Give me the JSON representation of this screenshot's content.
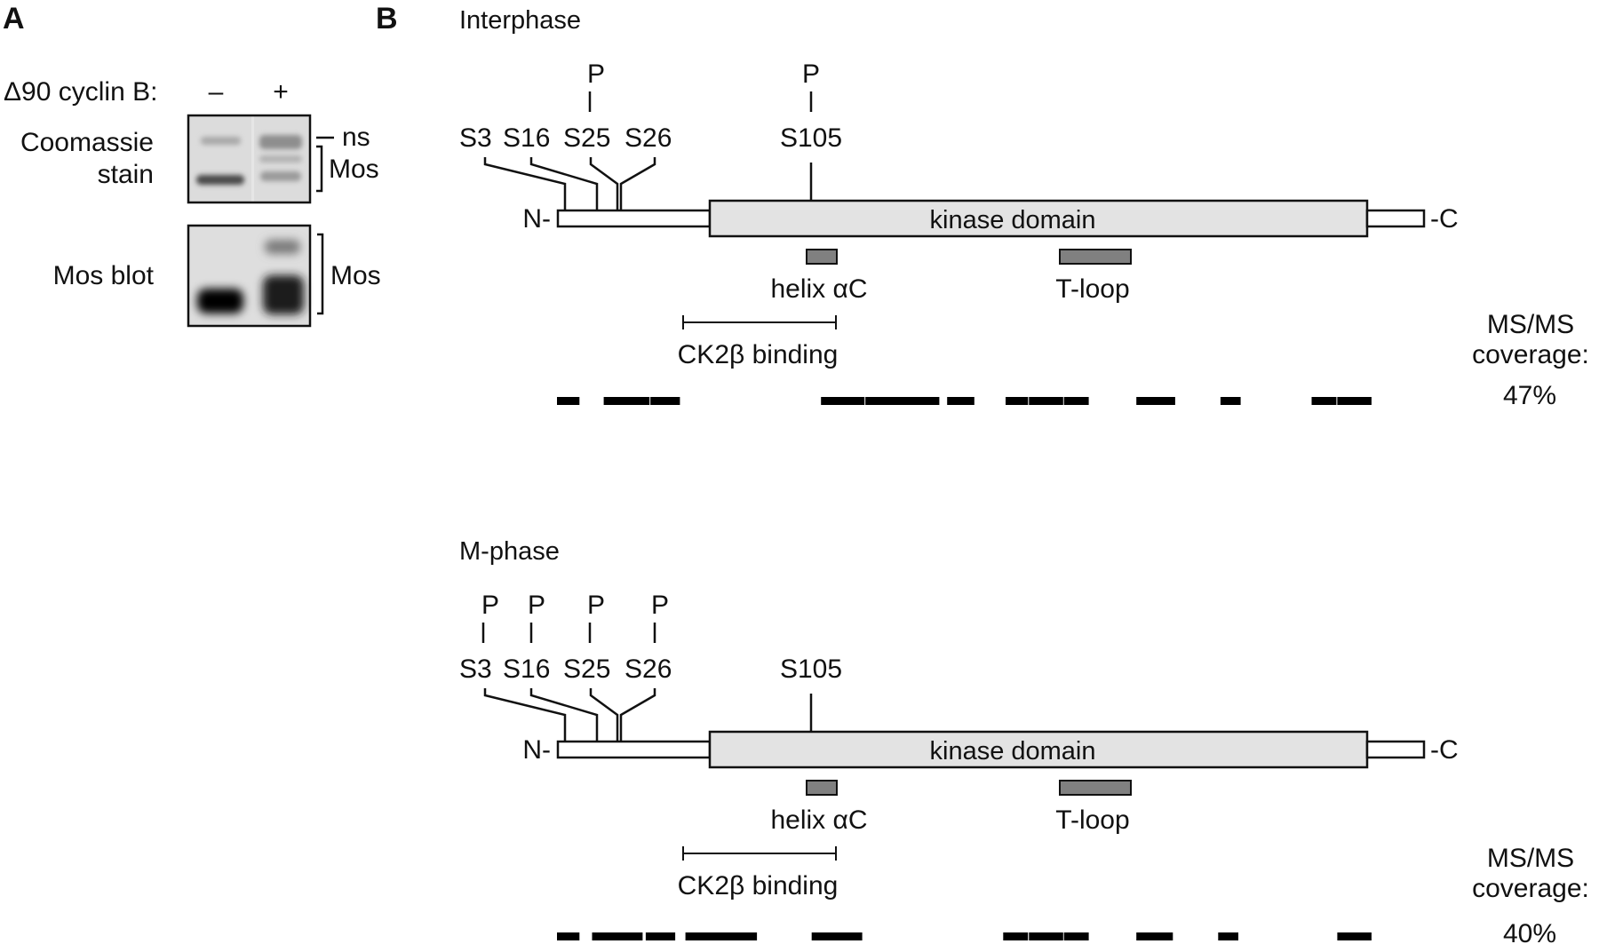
{
  "panel_a": {
    "letter": "A",
    "condition_label": "Δ90 cyclin B:",
    "lanes": [
      "–",
      "+"
    ],
    "gels": [
      {
        "id": "coomassie",
        "row_label_line1": "Coomassie",
        "row_label_line2": "stain",
        "annotations": [
          {
            "type": "dash",
            "label": "ns"
          },
          {
            "type": "bracket",
            "label": "Mos"
          }
        ]
      },
      {
        "id": "blot",
        "row_label_line1": "Mos blot",
        "row_label_line2": "",
        "annotations": [
          {
            "type": "bracket",
            "label": "Mos"
          }
        ]
      }
    ]
  },
  "panel_b": {
    "letter": "B",
    "coverage_label_line1": "MS/MS",
    "coverage_label_line2": "coverage:",
    "n_term_label": "N-",
    "c_term_label": "-C",
    "kinase_label": "kinase domain",
    "helix_label": "helix αC",
    "tloop_label": "T-loop",
    "ck2_label": "CK2β binding",
    "phospho_marker": "P",
    "sites": [
      "S3",
      "S16",
      "S25",
      "S26",
      "S105"
    ],
    "colors": {
      "kinase_fill": "#e3e3e3",
      "motif_fill": "#808080",
      "outline": "#111111",
      "coverage": "#000000"
    },
    "diagrams": [
      {
        "title": "Interphase",
        "phosphorylated": {
          "S3": false,
          "S16": false,
          "S25": true,
          "S26": false,
          "S105": true
        },
        "coverage_percent": "47%",
        "coverage_segments": [
          [
            0,
            1
          ],
          [
            2,
            4
          ],
          [
            4,
            5.3
          ],
          [
            11.3,
            13.2
          ],
          [
            13.2,
            16.4
          ],
          [
            16.7,
            17.9
          ],
          [
            19.2,
            20.2
          ],
          [
            20.2,
            21.7
          ],
          [
            21.7,
            22.8
          ],
          [
            24.8,
            26.5
          ],
          [
            28.4,
            29.3
          ],
          [
            32.3,
            33.4
          ],
          [
            33.4,
            34.9
          ]
        ]
      },
      {
        "title": "M-phase",
        "phosphorylated": {
          "S3": true,
          "S16": true,
          "S25": true,
          "S26": true,
          "S105": false
        },
        "coverage_percent": "40%",
        "coverage_segments": [
          [
            0,
            1
          ],
          [
            1.5,
            3.7
          ],
          [
            3.8,
            5.1
          ],
          [
            5.5,
            8.6
          ],
          [
            10.9,
            13.1
          ],
          [
            19.1,
            20.2
          ],
          [
            20.2,
            21.7
          ],
          [
            21.7,
            22.8
          ],
          [
            24.8,
            26.4
          ],
          [
            28.3,
            29.2
          ],
          [
            33.4,
            34.9
          ]
        ]
      }
    ]
  }
}
